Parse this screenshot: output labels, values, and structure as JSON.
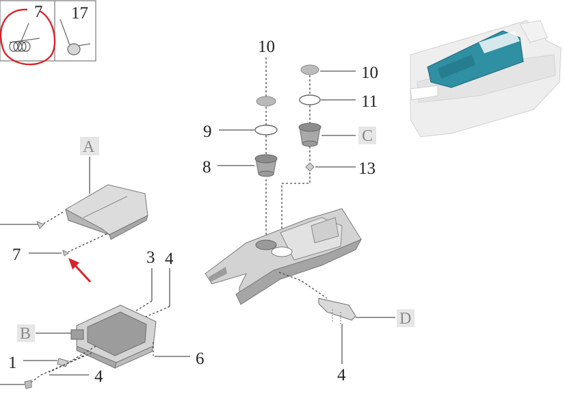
{
  "inset": {
    "labels": [
      "7",
      "17"
    ]
  },
  "callouts": {
    "n10a": "10",
    "n10b": "10",
    "n11": "11",
    "n9": "9",
    "n8": "8",
    "n13": "13",
    "n7": "7",
    "n3": "3",
    "n4a": "4",
    "n4b": "4",
    "n4c": "4",
    "n1": "1",
    "n6": "6"
  },
  "assemblies": {
    "A": "A",
    "B": "B",
    "C": "C",
    "D": "D"
  },
  "colors": {
    "highlight_circle": "#d9232a",
    "arrow": "#d9232a",
    "console_blue": "#2f8fa3",
    "letter_box": "#e6e6e6"
  }
}
